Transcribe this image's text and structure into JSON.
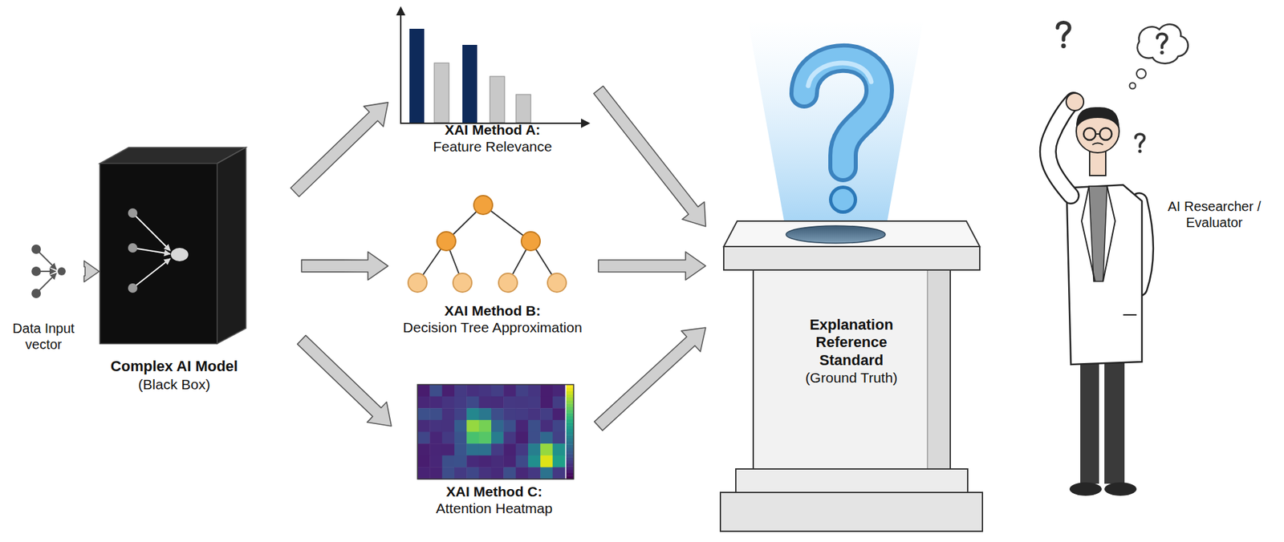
{
  "diagram": {
    "nodes": [
      {
        "text": [
          "Data Input vector"
        ]
      },
      {
        "text": [
          "Complex AI Model",
          "(Black Box)"
        ]
      },
      {
        "text": [
          "XAI Method A:",
          "Feature Relevance"
        ]
      },
      {
        "text": [
          "XAI Method B:",
          "Decision Tree Approximation"
        ]
      },
      {
        "text": [
          "XAI Method C:",
          "Attention Heatmap"
        ]
      },
      {
        "text": [
          "Explanation Reference Standard",
          "(Ground Truth)"
        ]
      },
      {
        "text": [
          "AI Researcher / Evaluator"
        ]
      }
    ],
    "edges": [
      {
        "from": 0,
        "to": 1,
        "arrow": "to"
      },
      {
        "from": 1,
        "to": 2,
        "arrow": "to"
      },
      {
        "from": 1,
        "to": 3,
        "arrow": "to"
      },
      {
        "from": 1,
        "to": 4,
        "arrow": "to"
      },
      {
        "from": 2,
        "to": 5,
        "arrow": "to"
      },
      {
        "from": 3,
        "to": 5,
        "arrow": "to"
      },
      {
        "from": 4,
        "to": 5,
        "arrow": "to"
      }
    ]
  }
}
